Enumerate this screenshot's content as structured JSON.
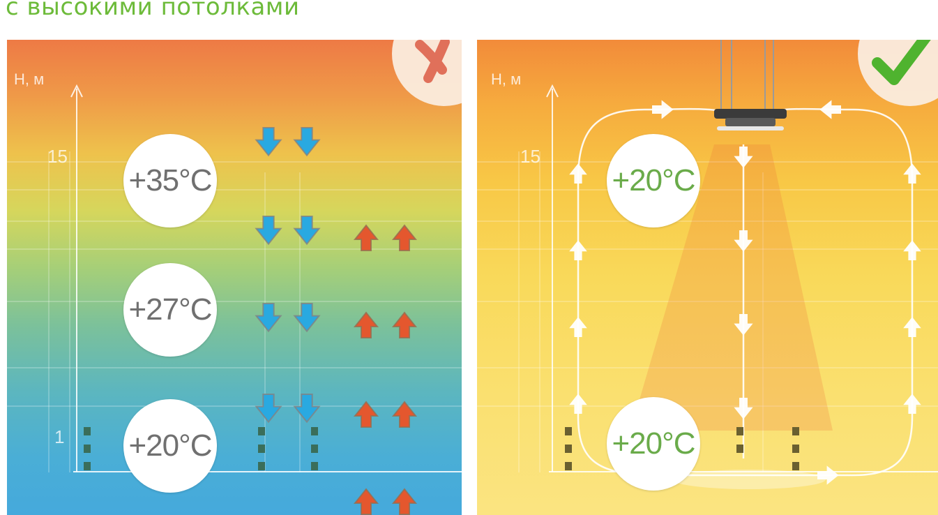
{
  "heading": "с высокими потолками",
  "left_panel": {
    "axis_label": "H, м",
    "tick_top": "15",
    "tick_bottom": "1",
    "temp_top": "+35°C",
    "temp_mid": "+27°C",
    "temp_bottom": "+20°C",
    "status_icon": "cross-icon"
  },
  "right_panel": {
    "axis_label": "H, м",
    "tick_top": "15",
    "temp_top": "+20°C",
    "temp_bottom": "+20°C",
    "status_icon": "check-icon"
  },
  "colors": {
    "heading_green": "#6dbb3a",
    "cold_arrow": "#29a9e1",
    "warm_arrow": "#e4572e",
    "cross_red": "#e0705a",
    "check_green": "#4fb32f"
  }
}
